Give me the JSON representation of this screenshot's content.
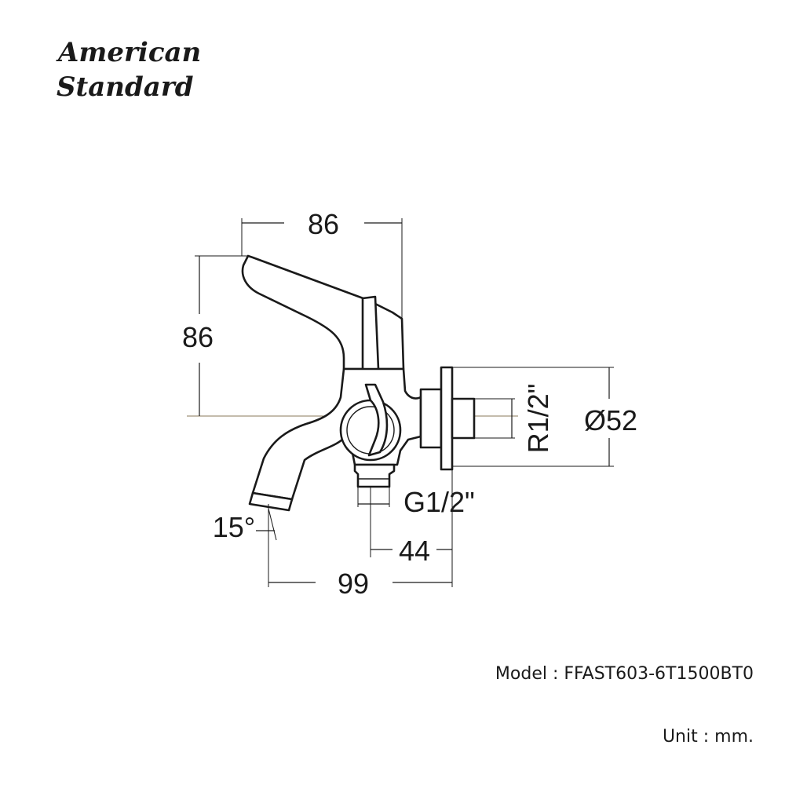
{
  "brand": {
    "line1": "American",
    "line2": "Standard"
  },
  "dimensions": {
    "top_width": "86",
    "handle_height": "86",
    "inlet_thread": "R1/2\"",
    "flange_diameter": "Ø52",
    "outlet_thread": "G1/2\"",
    "spout_angle": "15°",
    "outlet_offset": "44",
    "total_length": "99"
  },
  "model": {
    "label": "Model",
    "separator": " : ",
    "value": "FFAST603-6T1500BT0"
  },
  "unit": {
    "label": "Unit",
    "separator": " : ",
    "value": "mm."
  }
}
